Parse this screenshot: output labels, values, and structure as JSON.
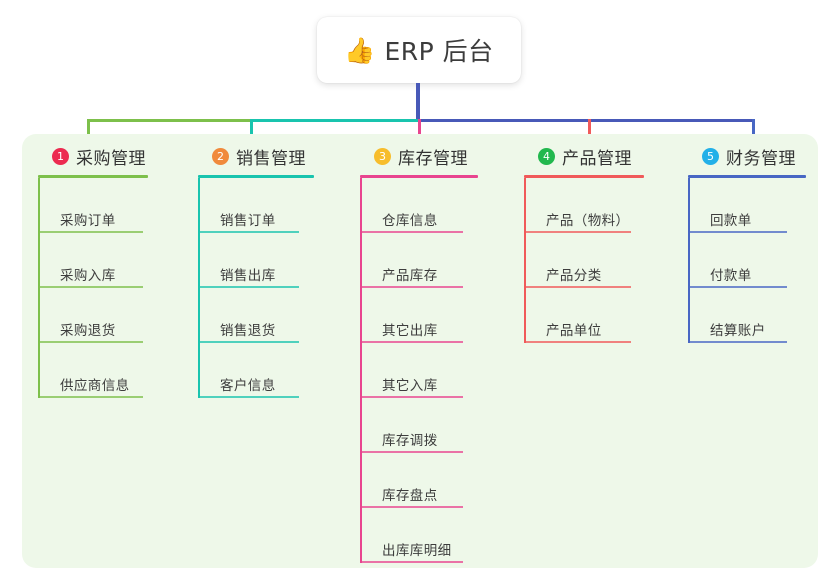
{
  "root": {
    "icon": "thumbs-up-icon",
    "icon_glyph": "👍",
    "title": "ERP 后台"
  },
  "palette": {
    "panel_background": "#eef8e9",
    "page_background": "#ffffff",
    "stem": "#4859b8",
    "text": "#333333"
  },
  "columns": [
    {
      "number": "1",
      "title": "采购管理",
      "badge_color": "#ec2b50",
      "line_color": "#7dc04b",
      "items": [
        "采购订单",
        "采购入库",
        "采购退货",
        "供应商信息"
      ]
    },
    {
      "number": "2",
      "title": "销售管理",
      "badge_color": "#f08a3c",
      "line_color": "#19c4ae",
      "items": [
        "销售订单",
        "销售出库",
        "销售退货",
        "客户信息"
      ]
    },
    {
      "number": "3",
      "title": "库存管理",
      "badge_color": "#f7bd2c",
      "line_color": "#e8458f",
      "items": [
        "仓库信息",
        "产品库存",
        "其它出库",
        "其它入库",
        "库存调拨",
        "库存盘点",
        "出库库明细"
      ]
    },
    {
      "number": "4",
      "title": "产品管理",
      "badge_color": "#22b84e",
      "line_color": "#f05a5a",
      "items": [
        "产品（物料）",
        "产品分类",
        "产品单位"
      ]
    },
    {
      "number": "5",
      "title": "财务管理",
      "badge_color": "#23b0e8",
      "line_color": "#4867c4",
      "items": [
        "回款单",
        "付款单",
        "结算账户"
      ]
    }
  ]
}
